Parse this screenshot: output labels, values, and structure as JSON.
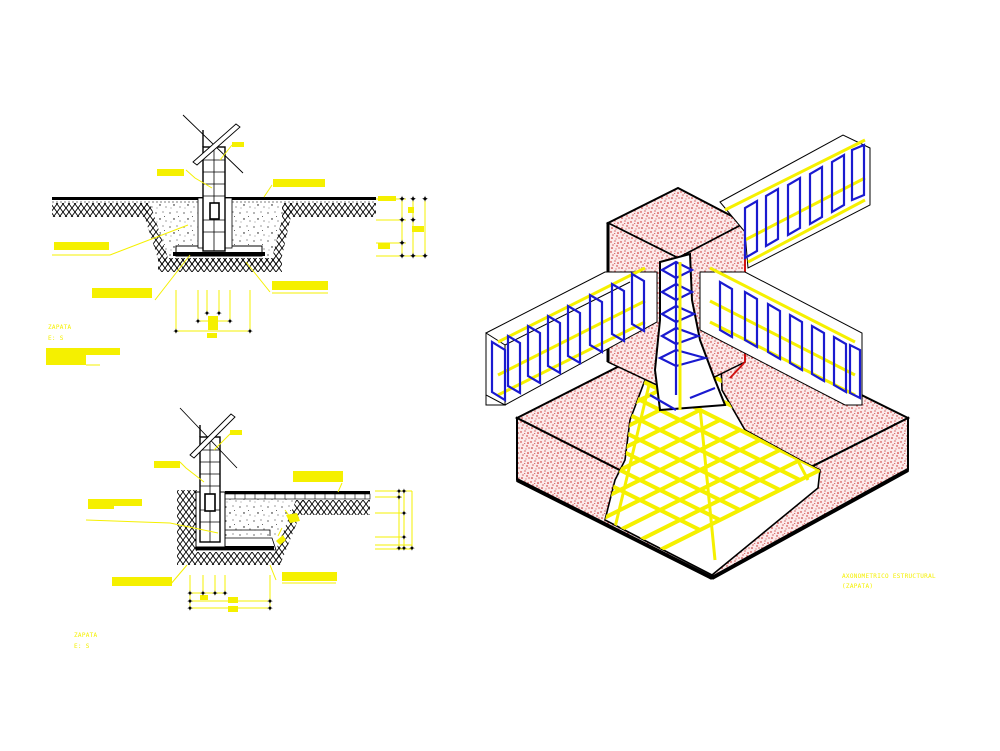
{
  "drawing": {
    "background": "#ffffff",
    "colors": {
      "annotation": "#f5f000",
      "concrete_fill": "#c41a1a",
      "stirrup": "#1a1ad0",
      "rebar": "#f5f000",
      "outline": "#000000"
    }
  },
  "section_a": {
    "title": "ZAPATA",
    "scale": "E: S",
    "view": "cross-section of isolated footing with column and tie beam"
  },
  "section_b": {
    "title": "ZAPATA",
    "scale": "E: S",
    "view": "cross-section of edge (eccentric) footing with slab on grade"
  },
  "axonometric": {
    "title": "AXONOMETRICO ESTRUCTURAL",
    "subtitle": "(ZAPATA)"
  }
}
